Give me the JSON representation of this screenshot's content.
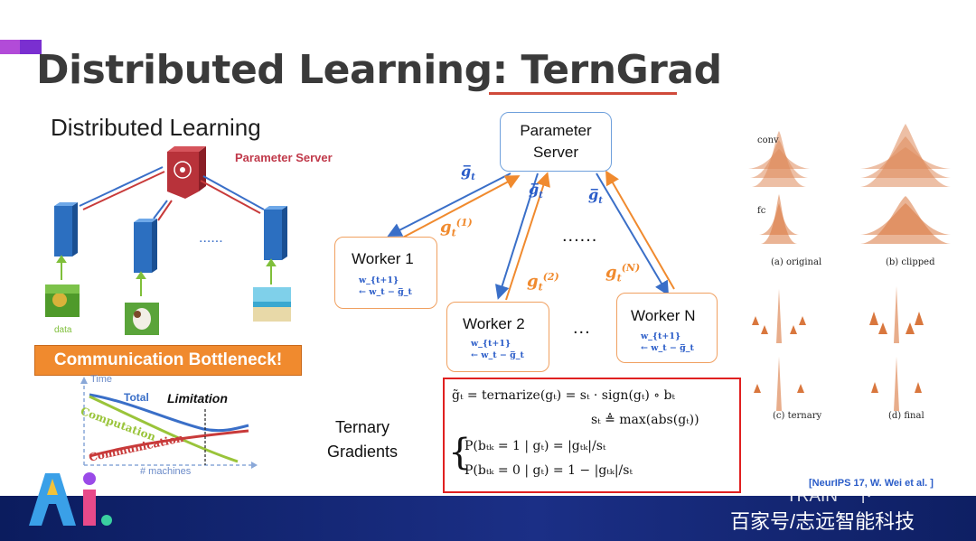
{
  "slide": {
    "title": "Distributed Learning: TernGrad",
    "subtitle": "Distributed Learning",
    "parameter_server_label": "Parameter Server",
    "data_label": "data",
    "bottleneck_label": "Communication Bottleneck!",
    "worker_dots": "......"
  },
  "limitation_chart": {
    "y_axis_label": "Time",
    "x_axis_label": "# machines",
    "total_label": "Total",
    "limitation_label": "Limitation",
    "computation_label": "Computation",
    "communication_label": "Communication",
    "colors": {
      "total": "#3a6fc8",
      "computation": "#9ac43a",
      "communication": "#c83a3a"
    }
  },
  "terngrad_diagram": {
    "server_line1": "Parameter",
    "server_line2": "Server",
    "workers": [
      {
        "name": "Worker 1",
        "update_line1": "w_{t+1}",
        "update_line2": "← w_t − g̅_t"
      },
      {
        "name": "Worker 2",
        "update_line1": "w_{t+1}",
        "update_line2": "← w_t − g̅_t"
      },
      {
        "name": "Worker N",
        "update_line1": "w_{t+1}",
        "update_line2": "← w_t − g̅_t"
      }
    ],
    "gbar_label": "g̅",
    "gbar_sub": "t",
    "grad_labels": [
      "(1)",
      "(2)",
      "(N)"
    ],
    "dots_top": "......",
    "dots_mid": "...",
    "ternary_line1": "Ternary",
    "ternary_line2": "Gradients",
    "formula": {
      "line1": "g̃ₜ = ternarize(gₜ) = sₜ · sign(gₜ) ∘ bₜ",
      "line2": "sₜ ≜ max(abs(gₜ))",
      "line3": "P(bₜₖ = 1 | gₜ) = |gₜₖ|/sₜ",
      "line4": "P(bₜₖ = 0 | gₜ) = 1 − |gₜₖ|/sₜ"
    },
    "colors": {
      "down": "#3a6fc8",
      "up": "#f08a2e"
    }
  },
  "histogram_panels": {
    "row_labels": [
      "conv",
      "fc"
    ],
    "captions": [
      "(a) original",
      "(b) clipped",
      "(c) ternary",
      "(d) final"
    ]
  },
  "citation": "[NeurIPS 17, W. Wei et al. ]",
  "footer": {
    "watermark": "TRAIN一下",
    "text": "百家号/志远智能科技"
  }
}
